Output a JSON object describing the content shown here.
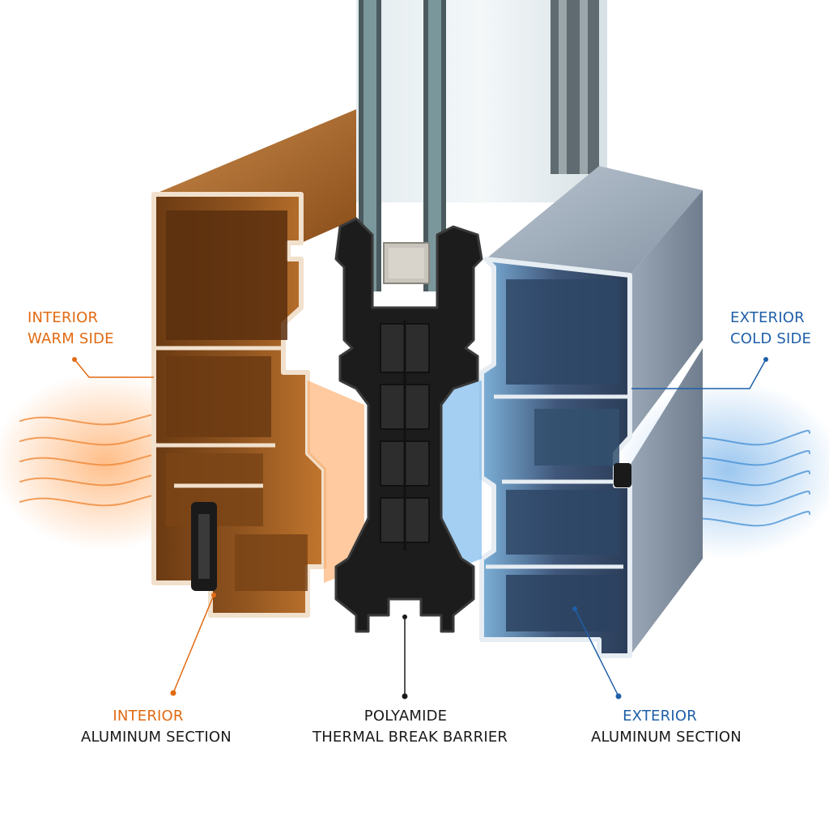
{
  "labels": {
    "interior_warm": {
      "line1": "INTERIOR",
      "line2": "WARM SIDE"
    },
    "exterior_cold": {
      "line1": "EXTERIOR",
      "line2": "COLD SIDE"
    },
    "interior_section": {
      "line1": "INTERIOR",
      "line2": "ALUMINUM SECTION"
    },
    "polyamide": {
      "line1": "POLYAMIDE",
      "line2": "THERMAL BREAK BARRIER"
    },
    "exterior_section": {
      "line1": "EXTERIOR",
      "line2": "ALUMINUM SECTION"
    }
  },
  "colors": {
    "warm": "#e26a12",
    "cold": "#1f5fa8",
    "polyamide": "#1c1c1c",
    "warm_aluminum": "#a8621f",
    "cold_aluminum": "#8a97a6",
    "glass": "#a9c0c8"
  }
}
